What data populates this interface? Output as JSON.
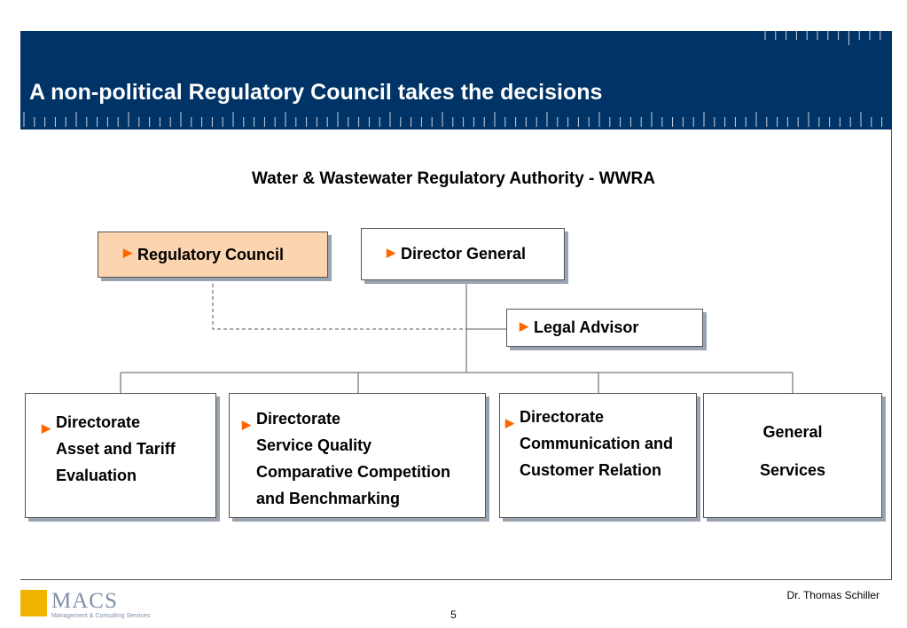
{
  "header": {
    "title": "A non-political Regulatory Council takes the decisions",
    "background": "#003366"
  },
  "diagram": {
    "subtitle": "Water & Wastewater Regulatory Authority - WWRA",
    "regulatory_council": "Regulatory Council",
    "director_general": "Director General",
    "legal_advisor": "Legal Advisor",
    "directorates": {
      "asset": [
        "Directorate",
        "Asset and Tariff",
        "Evaluation"
      ],
      "service": [
        "Directorate",
        "Service Quality",
        "Comparative Competition",
        "and Benchmarking"
      ],
      "communication": [
        "Directorate",
        "Communication and",
        "Customer Relation"
      ],
      "general": [
        "General",
        "Services"
      ]
    },
    "colors": {
      "highlight_fill": "#fcd5b0",
      "bullet": "#ff6600"
    }
  },
  "footer": {
    "author": "Dr. Thomas Schiller",
    "page_number": "5",
    "logo_name": "MACS",
    "logo_tagline": "Management & Consulting Services"
  }
}
